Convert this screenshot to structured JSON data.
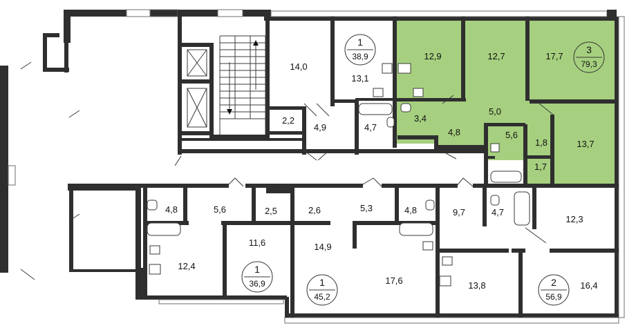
{
  "highlight_color": "#a6d07f",
  "rooms": [
    {
      "id": "r01",
      "label": "14,0"
    },
    {
      "id": "r02",
      "label": "13,1"
    },
    {
      "id": "r03",
      "label": "2,2"
    },
    {
      "id": "r04",
      "label": "4,9"
    },
    {
      "id": "r05",
      "label": "4,7"
    },
    {
      "id": "r06",
      "label": "12,9"
    },
    {
      "id": "r07",
      "label": "12,7"
    },
    {
      "id": "r08",
      "label": "17,7"
    },
    {
      "id": "r09",
      "label": "3,4"
    },
    {
      "id": "r10",
      "label": "4,8"
    },
    {
      "id": "r11",
      "label": "5,0"
    },
    {
      "id": "r12",
      "label": "5,6"
    },
    {
      "id": "r13",
      "label": "1,8"
    },
    {
      "id": "r14",
      "label": "13,7"
    },
    {
      "id": "r15",
      "label": "1,7"
    },
    {
      "id": "r16",
      "label": "4,8"
    },
    {
      "id": "r17",
      "label": "5,6"
    },
    {
      "id": "r18",
      "label": "2,5"
    },
    {
      "id": "r19",
      "label": "2,6"
    },
    {
      "id": "r20",
      "label": "5,3"
    },
    {
      "id": "r21",
      "label": "4,8"
    },
    {
      "id": "r22",
      "label": "9,7"
    },
    {
      "id": "r23",
      "label": "4,7"
    },
    {
      "id": "r24",
      "label": "12,3"
    },
    {
      "id": "r25",
      "label": "11,6"
    },
    {
      "id": "r26",
      "label": "12,4"
    },
    {
      "id": "r27",
      "label": "14,9"
    },
    {
      "id": "r28",
      "label": "17,6"
    },
    {
      "id": "r29",
      "label": "13,8"
    },
    {
      "id": "r30",
      "label": "16,4"
    }
  ],
  "apartments": [
    {
      "id": "a1",
      "rooms": "1",
      "total": "38,9"
    },
    {
      "id": "a2",
      "rooms": "3",
      "total": "79,3"
    },
    {
      "id": "a3",
      "rooms": "1",
      "total": "36,9"
    },
    {
      "id": "a4",
      "rooms": "1",
      "total": "45,2"
    },
    {
      "id": "a5",
      "rooms": "2",
      "total": "56,9"
    }
  ]
}
